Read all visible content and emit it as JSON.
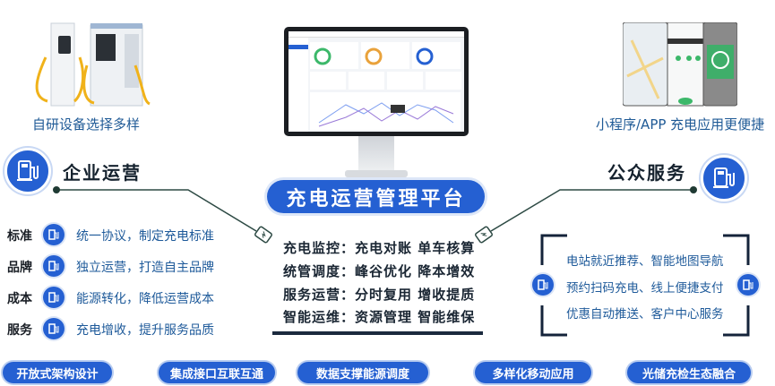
{
  "devices": {
    "caption": "自研设备选择多样"
  },
  "apps": {
    "caption": "小程序/APP 充电应用更便捷"
  },
  "platform": {
    "title": "充电运营管理平台",
    "features": [
      "充电监控：充电对账  单车核算",
      "统管调度：峰谷优化  降本增效",
      "服务运营：分时复用  增收提质",
      "智能运维：资源管理  智能维保"
    ]
  },
  "enterprise": {
    "title": "企业运营",
    "rows": [
      {
        "label": "标准",
        "text": "统一协议，制定充电标准"
      },
      {
        "label": "品牌",
        "text": "独立运营，打造自主品牌"
      },
      {
        "label": "成本",
        "text": "能源转化，降低运营成本"
      },
      {
        "label": "服务",
        "text": "充电增收，提升服务品质"
      }
    ]
  },
  "public": {
    "title": "公众服务",
    "lines": [
      "电站就近推荐、智能地图导航",
      "预约扫码充电、线上便捷支付",
      "优惠自动推送、客户中心服务"
    ]
  },
  "bottom": [
    "开放式架构设计",
    "集成接口互联互通",
    "数据支撑能源调度",
    "多样化移动应用",
    "光储充检生态融合"
  ],
  "colors": {
    "primary": "#2560d2",
    "text_blue": "#1e5a9a",
    "dark": "#15222e",
    "line": "#2d4a44"
  }
}
